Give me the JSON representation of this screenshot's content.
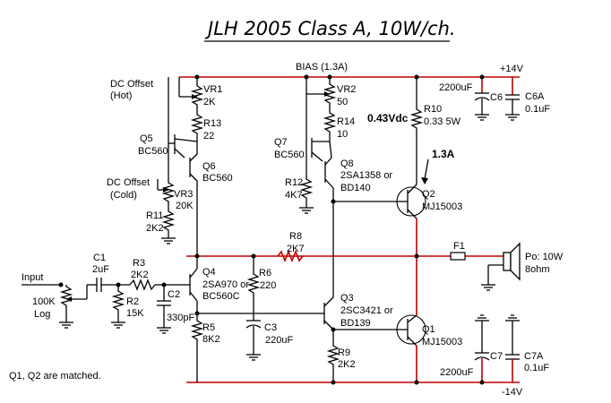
{
  "title": "JLH 2005 Class A, 10W/ch.",
  "rails": {
    "positive": "+14V",
    "negative": "-14V",
    "bias": "BIAS (1.3A)"
  },
  "notes": {
    "matched": "Q1, Q2 are matched.",
    "vdc": "0.43Vdc",
    "current": "1.3A"
  },
  "input": {
    "label": "Input",
    "pot_value": "100K",
    "pot_taper": "Log"
  },
  "output": {
    "label": "Po: 10W",
    "impedance": "8ohm",
    "fuse": "F1"
  },
  "dc_offset": {
    "hot_line1": "DC Offset",
    "hot_line2": "(Hot)",
    "cold_line1": "DC Offset",
    "cold_line2": "(Cold)"
  },
  "components": {
    "VR1": {
      "name": "VR1",
      "value": "2K"
    },
    "R13": {
      "name": "R13",
      "value": "22"
    },
    "Q5": {
      "name": "Q5",
      "value": "BC560"
    },
    "Q6": {
      "name": "Q6",
      "value": "BC560"
    },
    "VR3": {
      "name": "VR3",
      "value": "20K"
    },
    "R11": {
      "name": "R11",
      "value": "2K2"
    },
    "VR2": {
      "name": "VR2",
      "value": "50"
    },
    "R14": {
      "name": "R14",
      "value": "10"
    },
    "Q7": {
      "name": "Q7",
      "value": "BC560"
    },
    "Q8": {
      "name": "Q8",
      "value1": "2SA1358 or",
      "value2": "BD140"
    },
    "R12": {
      "name": "R12",
      "value": "4K7"
    },
    "R10": {
      "name": "R10",
      "value": "0.33 5W"
    },
    "C6": {
      "name": "C6",
      "value": "2200uF"
    },
    "C6A": {
      "name": "C6A",
      "value": "0.1uF"
    },
    "Q2": {
      "name": "Q2",
      "value": "MJ15003"
    },
    "R8": {
      "name": "R8",
      "value": "2K7"
    },
    "C1": {
      "name": "C1",
      "value": "2uF"
    },
    "R3": {
      "name": "R3",
      "value": "2K2"
    },
    "R2": {
      "name": "R2",
      "value": "15K"
    },
    "C2": {
      "name": "C2",
      "value": "330pF"
    },
    "Q4": {
      "name": "Q4",
      "value1": "2SA970 or",
      "value2": "BC560C"
    },
    "R6": {
      "name": "R6",
      "value": "220"
    },
    "C3": {
      "name": "C3",
      "value": "220uF"
    },
    "R5": {
      "name": "R5",
      "value": "8K2"
    },
    "Q3": {
      "name": "Q3",
      "value1": "2SC3421 or",
      "value2": "BD139"
    },
    "R9": {
      "name": "R9",
      "value": "2K2"
    },
    "Q1": {
      "name": "Q1",
      "value": "MJ15003"
    },
    "C7": {
      "name": "C7",
      "value": "2200uF"
    },
    "C7A": {
      "name": "C7A",
      "value": "0.1uF"
    }
  }
}
